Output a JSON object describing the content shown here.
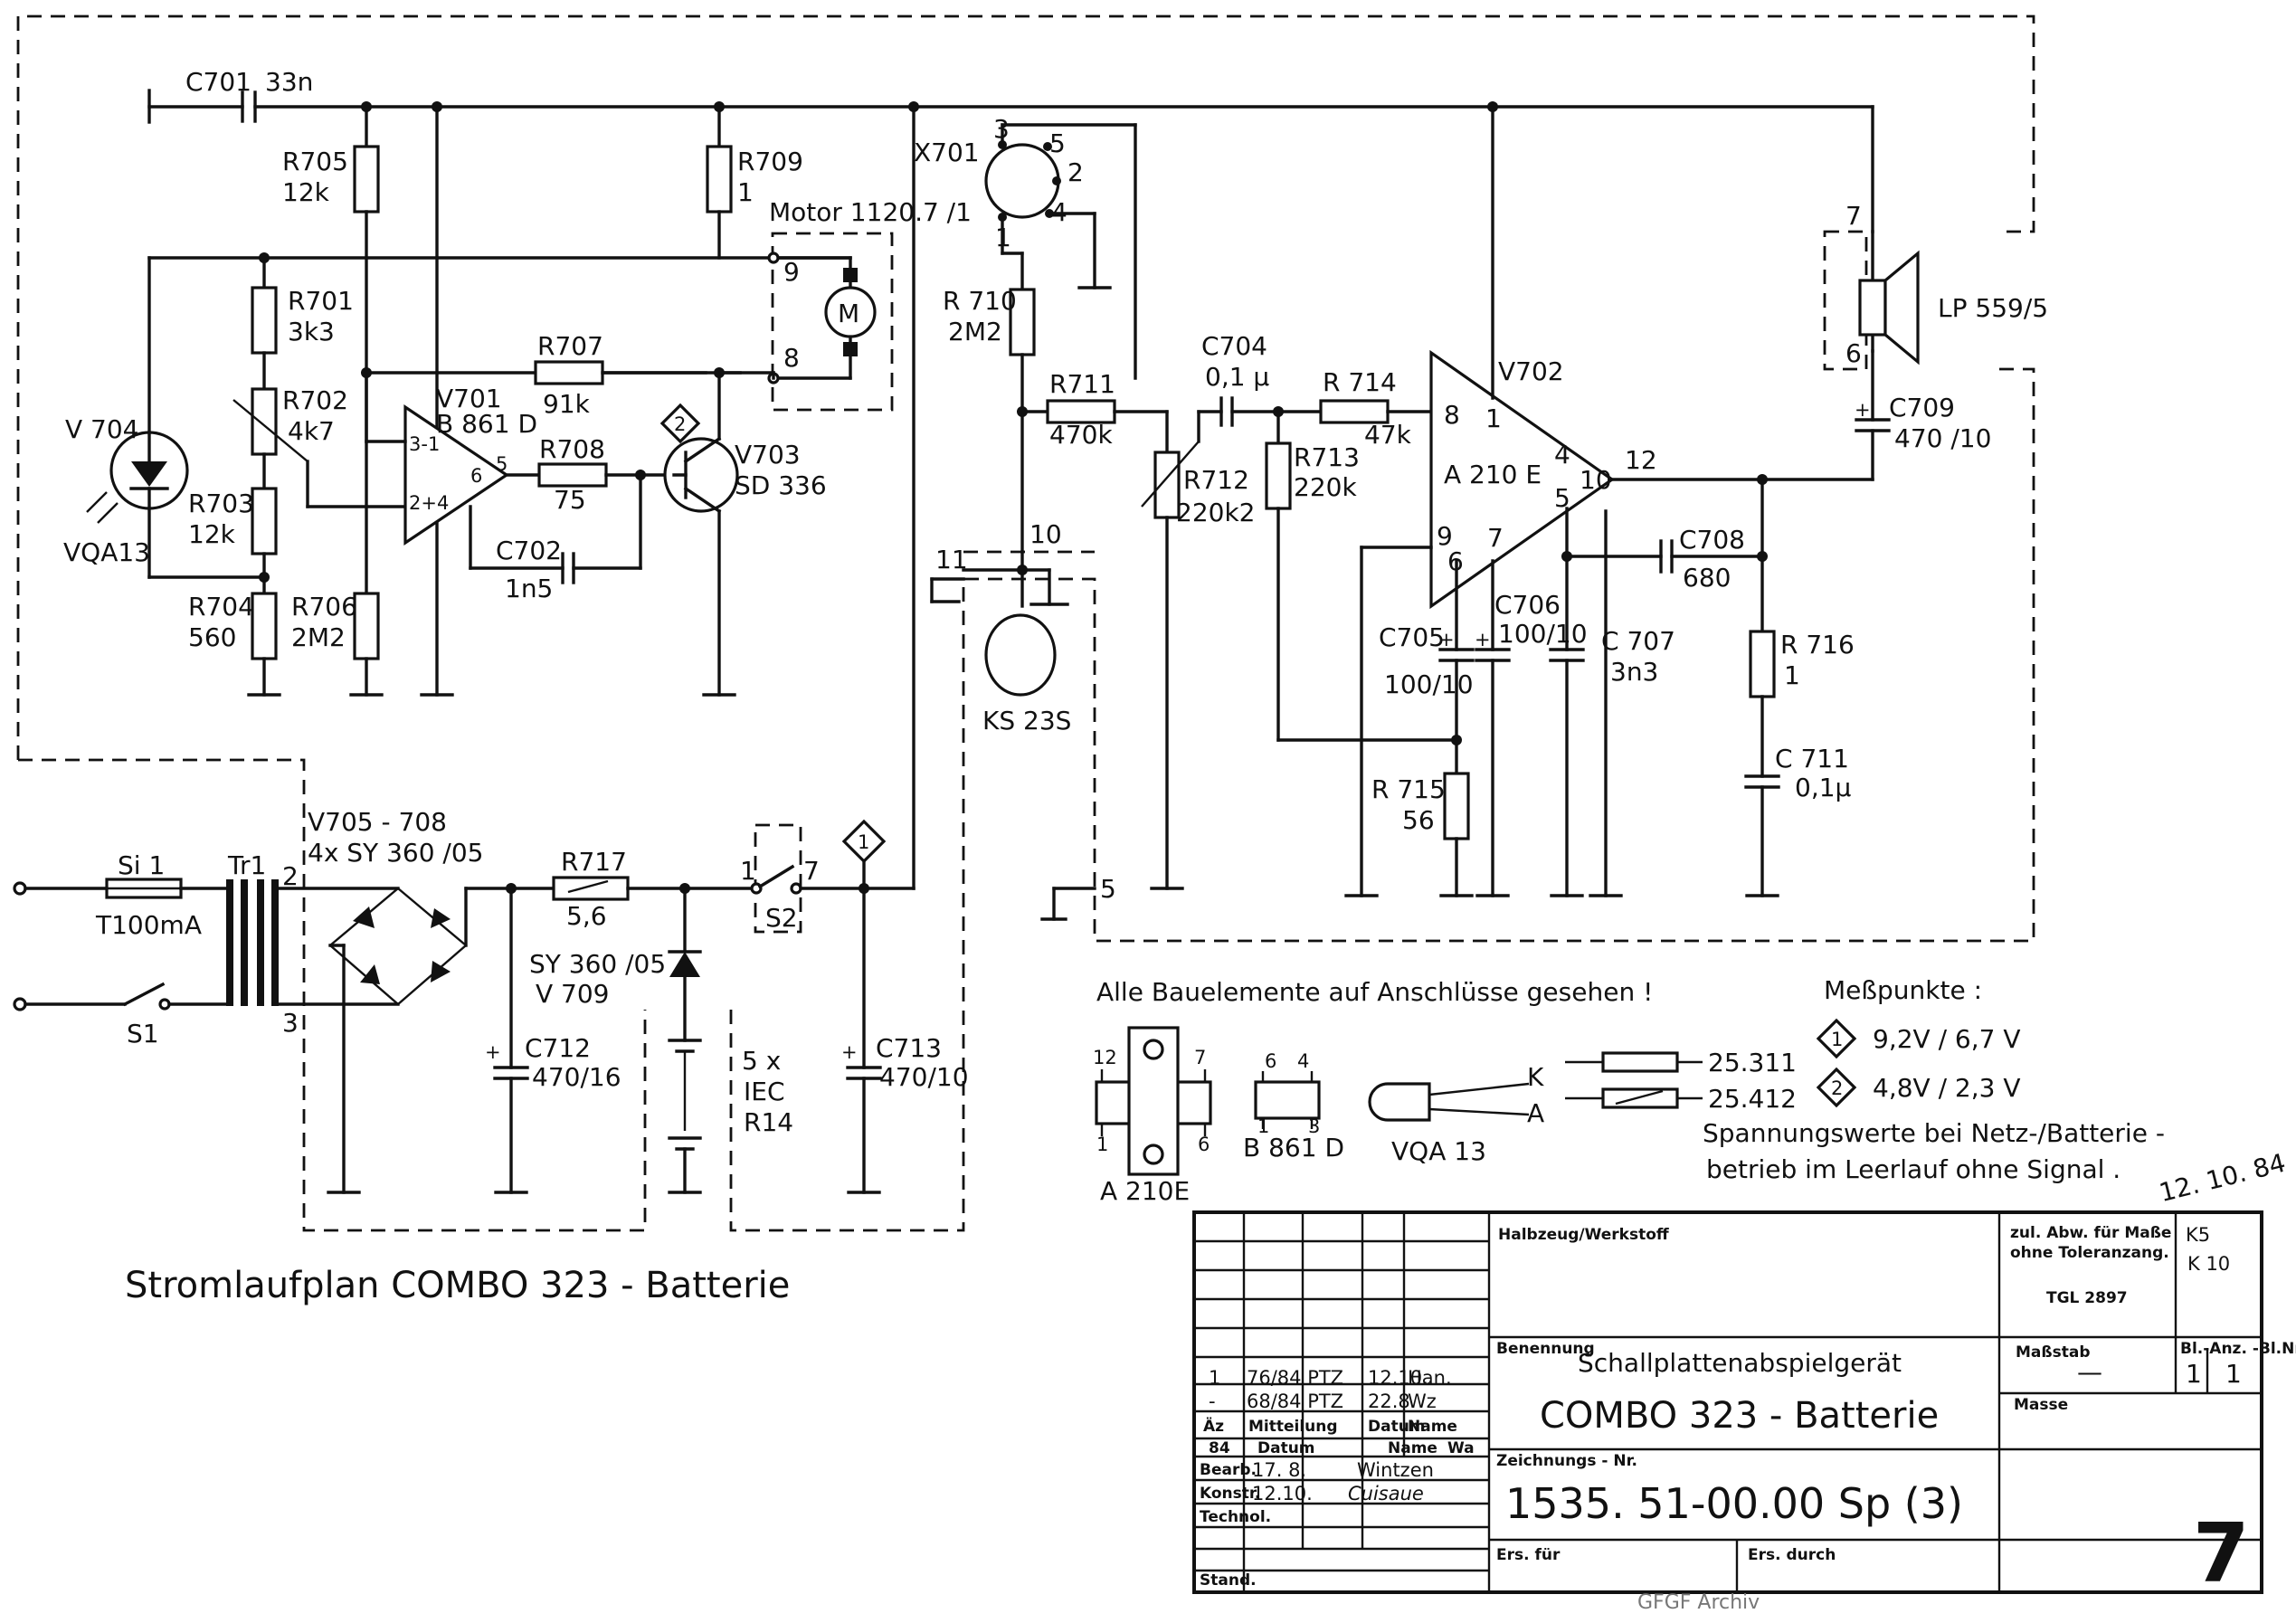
{
  "components": {
    "c701": {
      "ref": "C701",
      "value": "33n"
    },
    "r705": {
      "ref": "R705",
      "value": "12k"
    },
    "r709": {
      "ref": "R709",
      "value": "1"
    },
    "motor": {
      "label": "Motor 1120.7 /1",
      "pin_a": "9",
      "pin_b": "8",
      "symbol": "M"
    },
    "r701": {
      "ref": "R701",
      "value": "3k3"
    },
    "r702": {
      "ref": "R702",
      "value": "4k7"
    },
    "r703": {
      "ref": "R703",
      "value": "12k"
    },
    "r704": {
      "ref": "R704",
      "value": "560"
    },
    "r706": {
      "ref": "R706",
      "value": "2M2"
    },
    "r707": {
      "ref": "R707",
      "value": "91k"
    },
    "r708": {
      "ref": "R708",
      "value": "75"
    },
    "c702": {
      "ref": "C702",
      "value": "1n5"
    },
    "v701": {
      "ref": "V701",
      "value": "B 861 D",
      "pin_3_1": "3-1",
      "pin_2_4": "2+4",
      "pin_6": "6",
      "pin_5": "5"
    },
    "v703": {
      "ref": "V703",
      "value": "SD 336"
    },
    "v704": {
      "ref": "V 704",
      "value": "VQA13"
    },
    "x701": {
      "ref": "X701",
      "pins": [
        "3",
        "5",
        "2",
        "1",
        "4"
      ]
    },
    "r710": {
      "ref": "R 710",
      "value": "2M2"
    },
    "r711": {
      "ref": "R711",
      "value": "470k"
    },
    "r712": {
      "ref": "R712",
      "value": "220k2"
    },
    "c704": {
      "ref": "C704",
      "value": "0,1 µ"
    },
    "r714": {
      "ref": "R 714",
      "value": "47k"
    },
    "r713": {
      "ref": "R713",
      "value": "220k"
    },
    "v702": {
      "ref": "V702",
      "value": "A 210 E",
      "pins": {
        "p8": "8",
        "p1": "1",
        "p4": "4",
        "p10": "10",
        "p5": "5",
        "p9": "9",
        "p6": "6",
        "p7": "7",
        "p12": "12"
      }
    },
    "c709": {
      "ref": "C709",
      "value": "470 /10"
    },
    "lp": {
      "ref": "LP 559/5",
      "pin_a": "7",
      "pin_b": "6"
    },
    "c708": {
      "ref": "C708",
      "value": "680"
    },
    "c705": {
      "ref": "C705",
      "value": "100/10"
    },
    "c706": {
      "ref": "C706",
      "value": "100/10"
    },
    "c707": {
      "ref": "C 707",
      "value": "3n3"
    },
    "r716": {
      "ref": "R 716",
      "value": "1"
    },
    "c711": {
      "ref": "C 711",
      "value": "0,1µ"
    },
    "r715": {
      "ref": "R 715",
      "value": "56"
    },
    "ks": {
      "ref": "KS 23S",
      "pin_10": "10",
      "pin_11": "11",
      "pin_5": "5"
    },
    "si1": {
      "ref": "Si 1",
      "value": "T100mA"
    },
    "tr1": {
      "ref": "Tr1",
      "pin_2": "2",
      "pin_3": "3"
    },
    "s1": {
      "ref": "S1"
    },
    "bridge": {
      "ref": "V705 - 708",
      "value": "4x SY 360 /05"
    },
    "r717": {
      "ref": "R717",
      "value": "5,6"
    },
    "s2": {
      "ref": "S2",
      "pin_1": "1",
      "pin_7": "7"
    },
    "c712": {
      "ref": "C712",
      "value": "470/16"
    },
    "c713": {
      "ref": "C713",
      "value": "470/10"
    },
    "v709": {
      "ref": "V 709",
      "value": "SY 360 /05"
    },
    "battery": {
      "count": "5 x",
      "type1": "IEC",
      "type2": "R14"
    },
    "mp1": "1",
    "mp2": "2",
    "plus": "+"
  },
  "legend": {
    "note": "Alle Bauelemente auf Anschlüsse gesehen !",
    "a210e_label": "A 210E",
    "a210e_pins": [
      "12",
      "7",
      "1",
      "6"
    ],
    "b861d_label": "B 861 D",
    "b861d_pins": [
      "6",
      "4",
      "1",
      "3"
    ],
    "vqa13_label": "VQA 13",
    "k": "K",
    "a": "A",
    "res1": "25.311",
    "res2": "25.412",
    "messpunkte_title": "Meßpunkte :",
    "mp1_value": "9,2V / 6,7 V",
    "mp2_value": "4,8V / 2,3 V",
    "note2_line1": "Spannungswerte bei Netz-/Batterie -",
    "note2_line2": "betrieb im Leerlauf ohne Signal .",
    "date": "12. 10. 84"
  },
  "title": "Stromlaufplan  COMBO 323 - Batterie",
  "title_block": {
    "halbzeug": "Halbzeug/Werkstoff",
    "abw1": "zul. Abw. für Maße",
    "abw2": "ohne Toleranzang.",
    "tgl": "TGL 2897",
    "ks": "K5",
    "k10": "K 10",
    "benennung": "Benennung",
    "product": "Schallplattenabspielgerät",
    "model": "COMBO 323 - Batterie",
    "massstab": "Maßstab",
    "massstab_value": "—",
    "blatt": "Bl.-Anz. -Bl.Nr.",
    "blatt1": "1",
    "blatt2": "1",
    "masse": "Masse",
    "zeichnung": "Zeichnungs - Nr.",
    "number": "1535. 51-00.00 Sp  (3)",
    "ers_fuer": "Ers. für",
    "ers_durch": "Ers. durch",
    "page": "7",
    "watermark": "GFGF Archiv",
    "changes": [
      {
        "az": "1",
        "mitteilung": "76/84 PTZ",
        "datum": "12.10.",
        "name": "Han."
      },
      {
        "az": "-",
        "mitteilung": "68/84 PTZ",
        "datum": "22.8.",
        "name": "Wz"
      }
    ],
    "hdr_az": "Äz",
    "hdr_mitteilung": "Mitteilung",
    "hdr_datum": "Datum",
    "hdr_name": "Name",
    "year": "84",
    "col_datum": "Datum",
    "col_name": "Name",
    "col_name_val": "Wa",
    "bearb": "Bearb.",
    "bearb_date": "17. 8.",
    "bearb_name": "Wintzen",
    "konstr": "Konstr.",
    "konstr_date": "12.10.",
    "konstr_name": "Cuisaue",
    "technol": "Technol.",
    "stand": "Stand."
  }
}
